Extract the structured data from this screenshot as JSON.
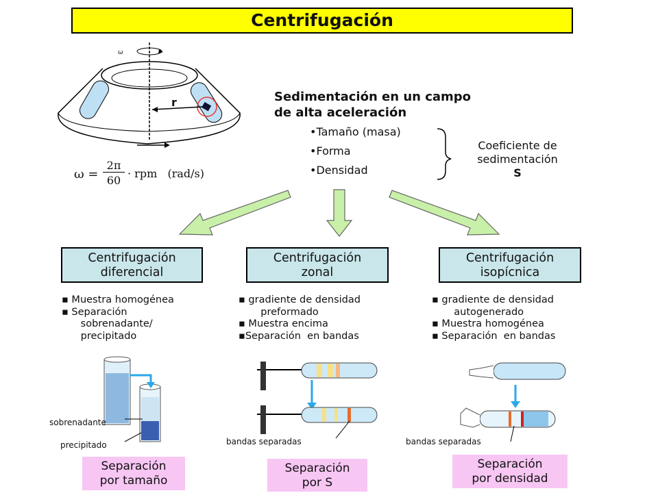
{
  "title": "Centrifugación",
  "rotor": {
    "omega_label": "ω",
    "r_label": "r",
    "formula": {
      "lhs": "ω =",
      "num": "2π",
      "den": "60",
      "rhs": "· rpm   (rad/s)"
    }
  },
  "sedimentation": {
    "heading_line1": "Sedimentación en un campo",
    "heading_line2": "de alta aceleración",
    "factors": [
      "•Tamaño (masa)",
      "•Forma",
      "•Densidad"
    ],
    "coef_line1": "Coeficiente de",
    "coef_line2": "sedimentación",
    "coef_symbol": "S"
  },
  "methods": [
    {
      "title_line1": "Centrifugación",
      "title_line2": "diferencial",
      "bullets": "▪ Muestra homogénea\n▪ Separación\n      sobrenadante/\n      precipitado",
      "labels": [
        "sobrenadante",
        "precipitado"
      ],
      "result_line1": "Separación",
      "result_line2": "por tamaño"
    },
    {
      "title_line1": "Centrifugación",
      "title_line2": "zonal",
      "bullets": "▪ gradiente de densidad\n       preformado\n▪ Muestra encima\n▪Separación  en bandas",
      "labels": [
        "bandas separadas"
      ],
      "result_line1": "Separación",
      "result_line2": "por S"
    },
    {
      "title_line1": "Centrifugación",
      "title_line2": "isopícnica",
      "bullets": "▪ gradiente de densidad\n       autogenerado\n▪ Muestra homogénea\n▪ Separación  en bandas",
      "labels": [
        "bandas separadas"
      ],
      "result_line1": "Separación",
      "result_line2": "por densidad"
    }
  ],
  "colors": {
    "title_bg": "#ffff00",
    "method_box": "#c9e6ea",
    "result_box": "#f7c6f3",
    "arrow_fill": "#c8f0a8",
    "blue_arrow": "#2aa8e8",
    "tube_fluid": "#bfe0f4"
  }
}
